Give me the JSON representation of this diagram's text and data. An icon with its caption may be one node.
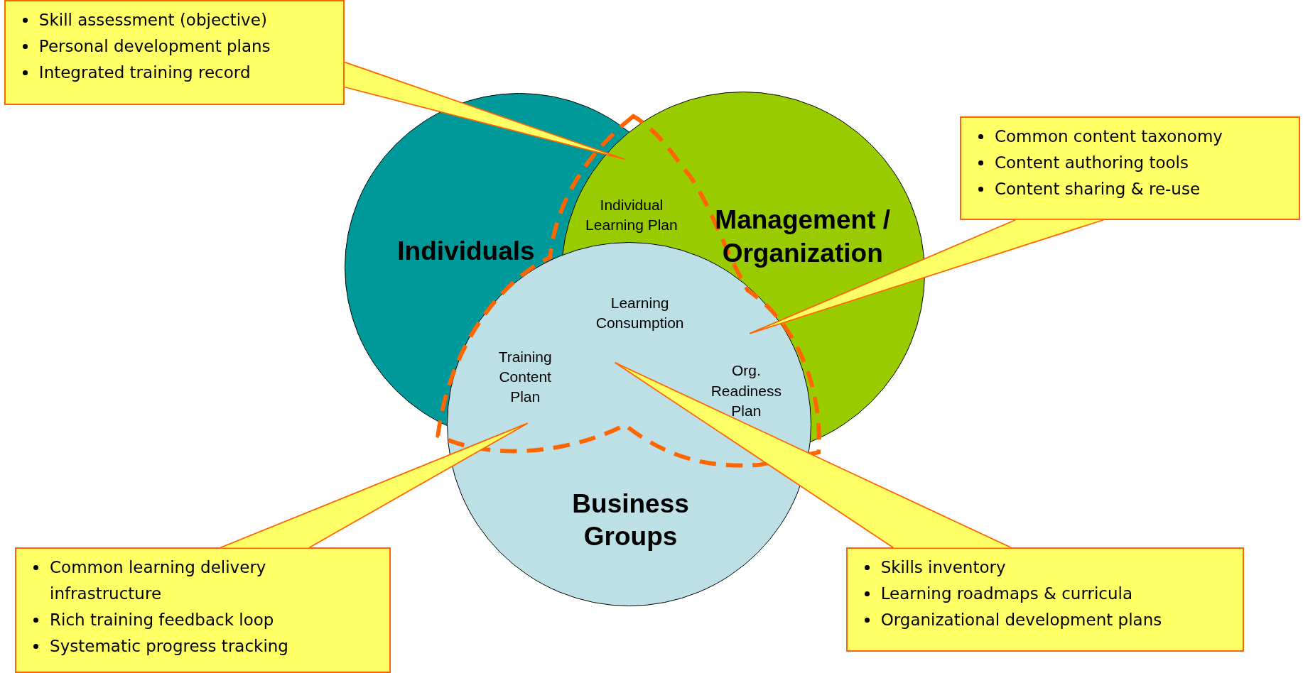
{
  "diagram": {
    "nodes": [
      {
        "text": [
          "Individuals"
        ]
      },
      {
        "text": [
          "Management / Organization"
        ]
      },
      {
        "text": [
          "Business Groups"
        ]
      },
      {
        "text": [
          "Skill assessment (objective)",
          "Personal development plans",
          "Integrated training record"
        ]
      },
      {
        "text": [
          "Common content taxonomy",
          "Content authoring tools",
          "Content sharing & re-use"
        ]
      },
      {
        "text": [
          "Common learning delivery infrastructure",
          "Rich training feedback loop",
          "Systematic progress tracking"
        ]
      },
      {
        "text": [
          "Skills inventory",
          "Learning roadmaps & curricula",
          "Organizational development plans"
        ]
      }
    ],
    "edges": [
      {
        "from": 3,
        "to": null,
        "arrow": "none"
      },
      {
        "from": 4,
        "to": null,
        "arrow": "none"
      },
      {
        "from": 5,
        "to": null,
        "arrow": "none"
      },
      {
        "from": 6,
        "to": null,
        "arrow": "none"
      }
    ],
    "labels": [
      "Individual Learning Plan",
      "Learning Consumption",
      "Training Content Plan",
      "Org. Readiness Plan"
    ]
  }
}
